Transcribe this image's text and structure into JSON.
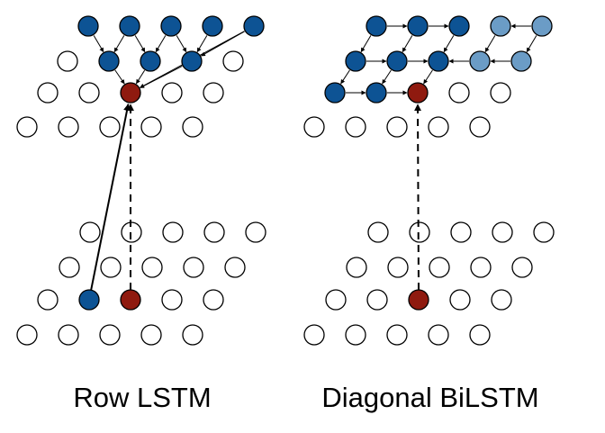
{
  "panels": [
    {
      "id": "row-lstm",
      "caption": "Row LSTM"
    },
    {
      "id": "diagonal-bilstm",
      "caption": "Diagonal BiLSTM"
    }
  ],
  "colors": {
    "empty_fill": "#ffffff",
    "outline": "#000000",
    "context": "#0d5394",
    "context_light": "#6b9cc6",
    "current": "#8f1a0f",
    "arrow": "#000000"
  }
}
